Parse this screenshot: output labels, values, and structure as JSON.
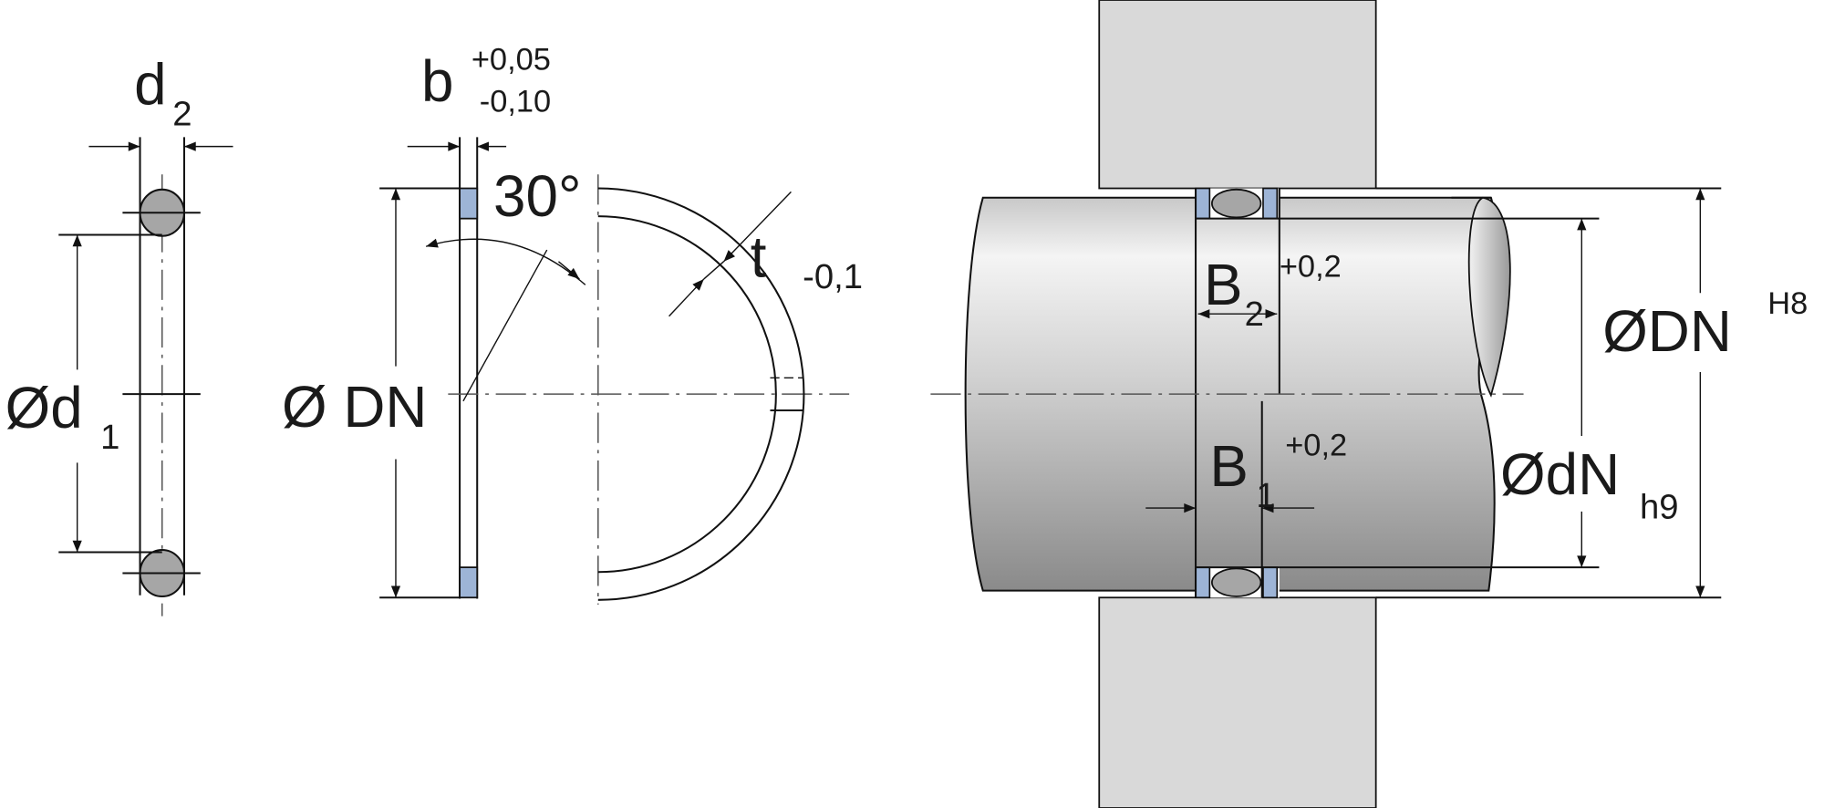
{
  "oring_view": {
    "label_d2": "d",
    "label_d2_sub": "2",
    "label_d1": "Ød",
    "label_d1_sub": "1"
  },
  "backup_ring_view": {
    "label_b": "b",
    "tol_b_upper": "+0,05",
    "tol_b_lower": "-0,10",
    "label_dn": "Ø DN",
    "angle": "30°",
    "label_t": "t",
    "tol_t": "-0,1"
  },
  "installation_view": {
    "label_b2": "B",
    "label_b2_sub": "2",
    "tol_b2": "+0,2",
    "label_b1": "B",
    "label_b1_sub": "1",
    "tol_b1": "+0,2",
    "label_DN": "ØDN",
    "tol_DN": "H8",
    "label_dN": "ØdN",
    "tol_dN": "h9"
  },
  "colors": {
    "backup_ring": "#9db4d6",
    "oring": "#a6a6a6",
    "housing": "#d9d9d9"
  }
}
